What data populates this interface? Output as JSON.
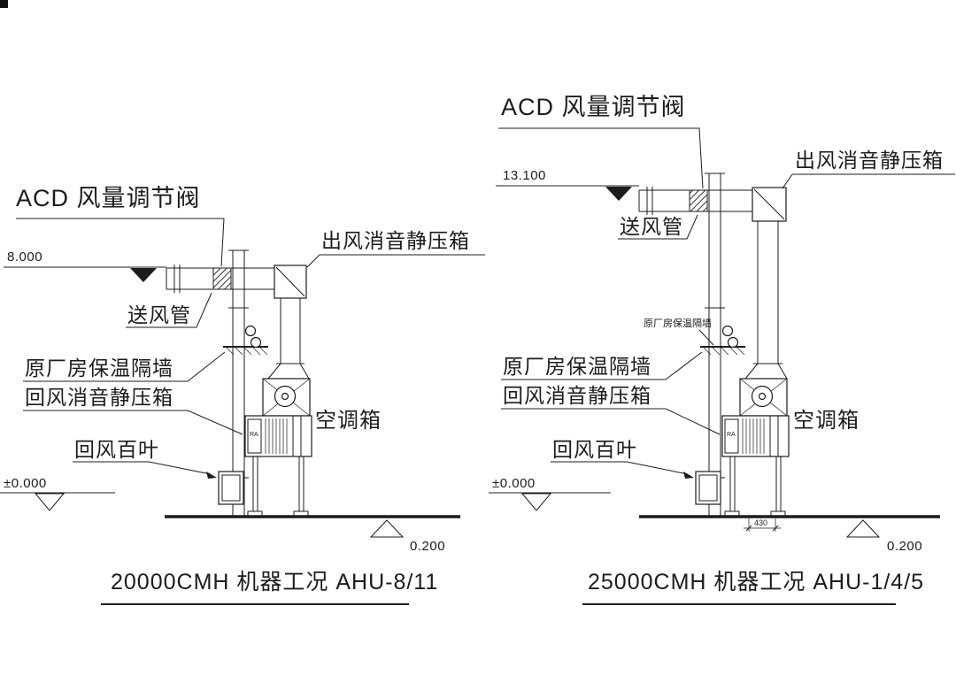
{
  "canvas": {
    "background": "#ffffff",
    "line_color": "#1c1c1c"
  },
  "drawings": [
    {
      "name": "AHU-8/11",
      "title": "20000CMH 机器工况 AHU-8/11",
      "labels": {
        "acd_valve": "ACD 风量调节阀",
        "top_level": "8.000",
        "supply_duct": "送风管",
        "outlet_silencer_box": "出风消音静压箱",
        "insulated_wall": "原厂房保温隔墙",
        "return_silencer_box": "回风消音静压箱",
        "return_louver": "回风百叶",
        "ahu_box": "空调箱",
        "zero_level": "±0.000",
        "ground_offset": "0.200",
        "ra_mark": "RA"
      }
    },
    {
      "name": "AHU-1/4/5",
      "title": "25000CMH 机器工况 AHU-1/4/5",
      "labels": {
        "acd_valve": "ACD 风量调节阀",
        "top_level": "13.100",
        "supply_duct": "送风管",
        "outlet_silencer_box": "出风消音静压箱",
        "insulated_wall_small": "原厂房保温隔墙",
        "insulated_wall": "原厂房保温隔墙",
        "return_silencer_box": "回风消音静压箱",
        "return_louver": "回风百叶",
        "ahu_box": "空调箱",
        "zero_level": "±0.000",
        "base_dim": "430",
        "ground_offset": "0.200",
        "ra_mark": "RA"
      }
    }
  ]
}
